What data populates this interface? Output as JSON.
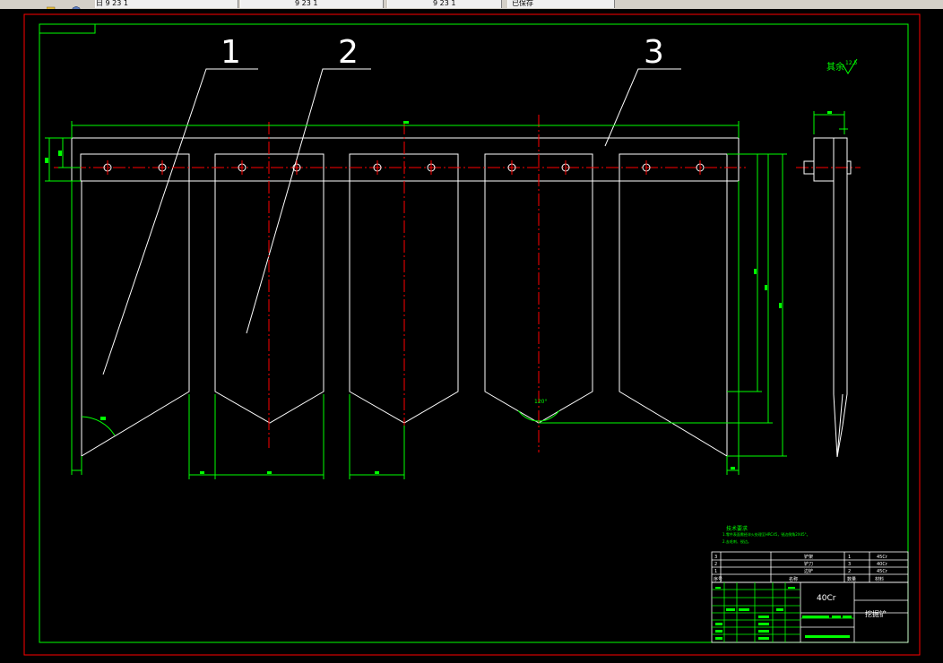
{
  "toolbar": {
    "tabs": [
      {
        "label": "日 9 23 1"
      },
      {
        "label": "9 23 1"
      },
      {
        "label": "9 23 1"
      },
      {
        "label": "已保存"
      }
    ]
  },
  "drawing": {
    "part_labels": [
      "1",
      "2",
      "3"
    ],
    "roughness_note": "其余",
    "roughness_value": "12.5",
    "angle_label": "120°",
    "title_block": {
      "material": "40Cr",
      "drawing_name": "挖掘铲",
      "header_seq": "序号",
      "header_name": "名称",
      "header_qty": "数量",
      "header_material": "材料",
      "rows": [
        {
          "seq": "3",
          "name": "铲架",
          "qty": "1",
          "material": "45Cr"
        },
        {
          "seq": "2",
          "name": "铲刀",
          "qty": "3",
          "material": "40Cr"
        },
        {
          "seq": "1",
          "name": "边铲",
          "qty": "2",
          "material": "45Cr"
        }
      ],
      "notes_title": "技术要求",
      "note1": "1.零件表面需经淬火处理至HRC45，锐边倒角2X45°。",
      "note2": "2.去毛刺、锐边。"
    }
  },
  "colors": {
    "border": "#ff0000",
    "frame": "#00ff00",
    "object": "#ffffff",
    "centerline": "#ff0000",
    "dimension": "#00ff00"
  }
}
